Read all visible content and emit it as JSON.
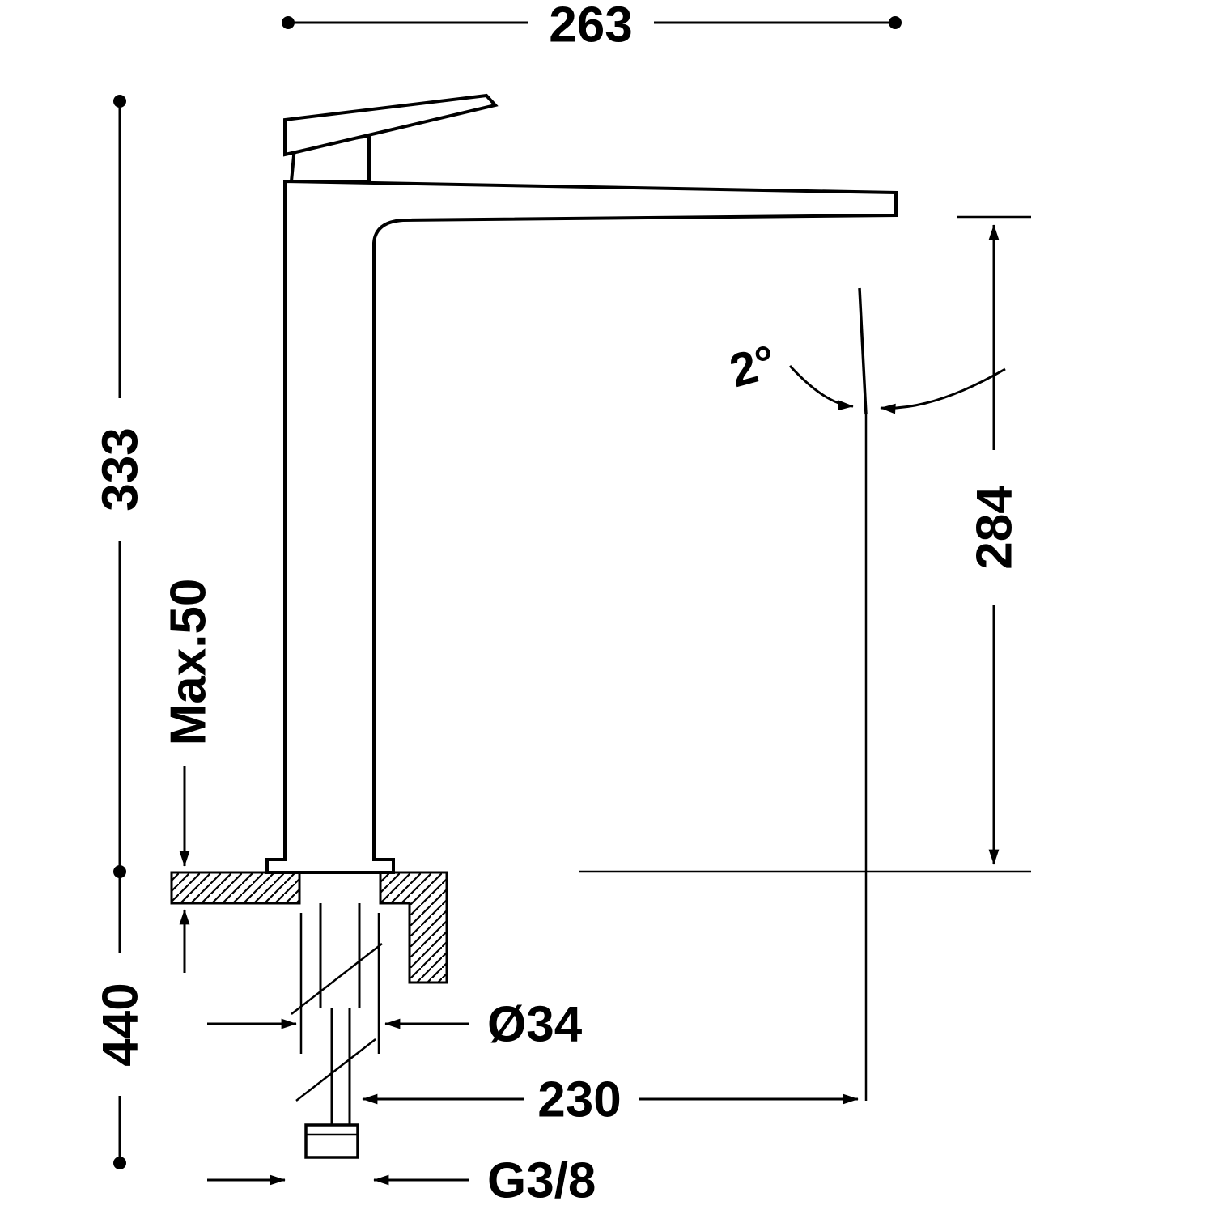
{
  "canvas": {
    "background": "#ffffff",
    "ink": "#000000"
  },
  "drawing": {
    "dims": {
      "overall_width": "263",
      "body_height": "333",
      "max_deck": "Max.50",
      "below_height": "440",
      "spout_height": "284",
      "angle": "2°",
      "diameter": "Ø34",
      "reach": "230",
      "thread": "G3/8"
    }
  }
}
